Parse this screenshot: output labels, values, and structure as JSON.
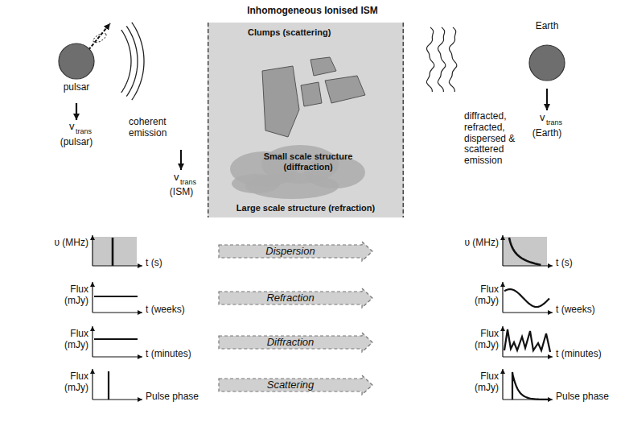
{
  "diagram": {
    "title": "Inhomogeneous Ionised ISM",
    "nodes": [
      {
        "text": [
          "pulsar"
        ]
      },
      {
        "text": [
          "Clumps (scattering)",
          "Small scale structure (diffraction)",
          "Large scale structure (refraction)"
        ]
      },
      {
        "text": [
          "Earth"
        ]
      },
      {
        "text": [
          "Dispersion"
        ]
      },
      {
        "text": [
          "Refraction"
        ]
      },
      {
        "text": [
          "Diffraction"
        ]
      },
      {
        "text": [
          "Scattering"
        ]
      }
    ],
    "labels": [
      "coherent emission",
      "v",
      "trans",
      "(pulsar)",
      "v",
      "trans",
      "(ISM)",
      "diffracted, refracted, dispersed & scattered emission",
      "v",
      "trans",
      "(Earth)",
      "υ (MHz)",
      "t (s)",
      "Flux (mJy)",
      "t (weeks)",
      "Flux (mJy)",
      "t (minutes)",
      "Flux (mJy)",
      "Pulse phase",
      "υ (MHz)",
      "t (s)",
      "Flux (mJy)",
      "t (weeks)",
      "Flux (mJy)",
      "t (minutes)",
      "Flux (mJy)",
      "Pulse phase"
    ]
  }
}
